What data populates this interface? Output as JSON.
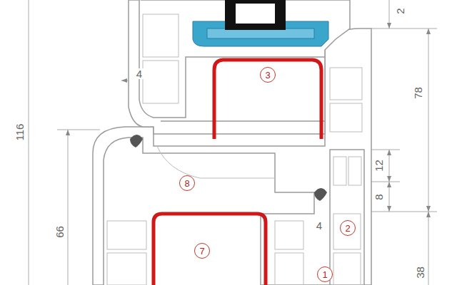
{
  "diagram": {
    "nodes": [
      {
        "text": [
          "3"
        ]
      },
      {
        "text": [
          "8"
        ]
      },
      {
        "text": [
          "2"
        ]
      },
      {
        "text": [
          "7"
        ]
      },
      {
        "text": [
          "1"
        ]
      }
    ],
    "labels": [
      "2",
      "4",
      "78",
      "116",
      "12",
      "66",
      "8",
      "4",
      "38"
    ]
  }
}
